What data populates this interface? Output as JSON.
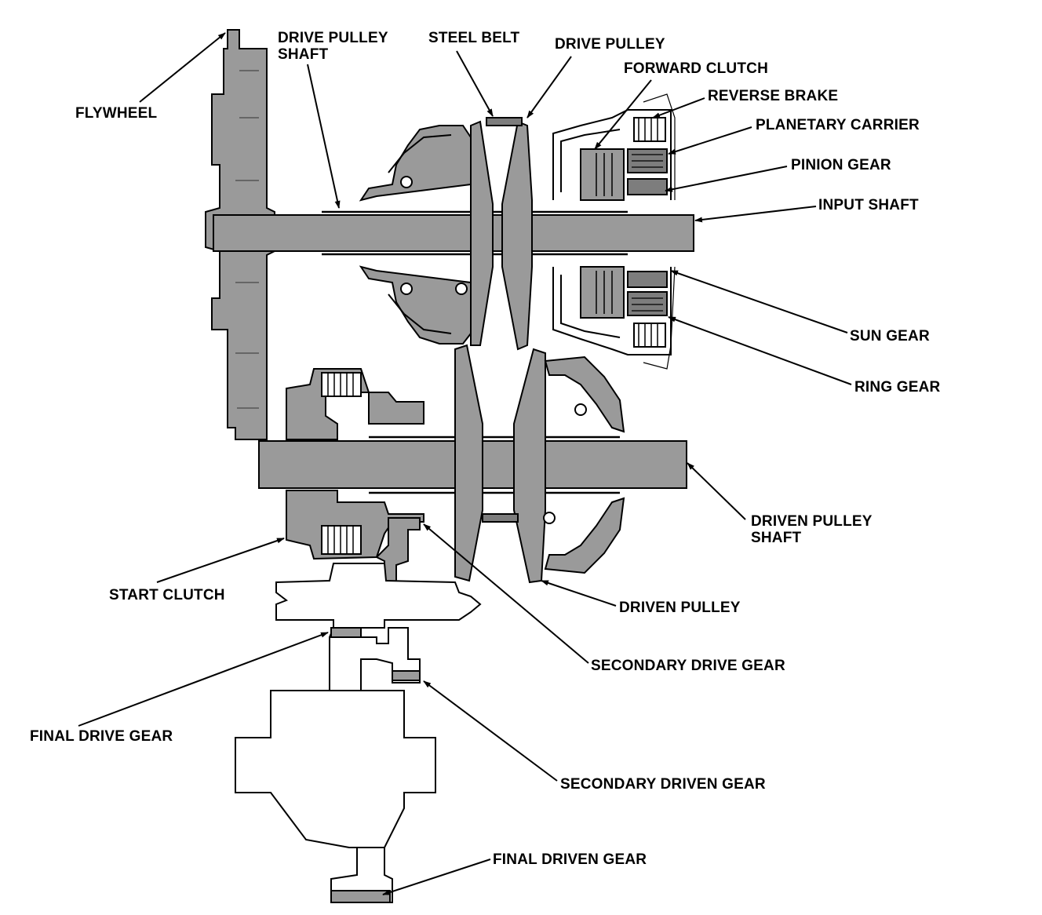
{
  "colors": {
    "ink": "#000000",
    "shade": "#9a9a9a",
    "shade_dark": "#7d7d7d",
    "paper": "#ffffff"
  },
  "labels": {
    "flywheel": "FLYWHEEL",
    "drive_pulley_shaft_line1": "DRIVE PULLEY",
    "drive_pulley_shaft_line2": "SHAFT",
    "steel_belt": "STEEL BELT",
    "drive_pulley": "DRIVE PULLEY",
    "forward_clutch": "FORWARD CLUTCH",
    "reverse_brake": "REVERSE BRAKE",
    "planetary_carrier": "PLANETARY CARRIER",
    "pinion_gear": "PINION GEAR",
    "input_shaft": "INPUT SHAFT",
    "sun_gear": "SUN GEAR",
    "ring_gear": "RING GEAR",
    "driven_pulley_shaft_line1": "DRIVEN PULLEY",
    "driven_pulley_shaft_line2": "SHAFT",
    "start_clutch": "START CLUTCH",
    "driven_pulley": "DRIVEN PULLEY",
    "secondary_drive_gear": "SECONDARY DRIVE GEAR",
    "final_drive_gear": "FINAL DRIVE GEAR",
    "secondary_driven_gear": "SECONDARY DRIVEN GEAR",
    "final_driven_gear": "FINAL DRIVEN GEAR"
  }
}
